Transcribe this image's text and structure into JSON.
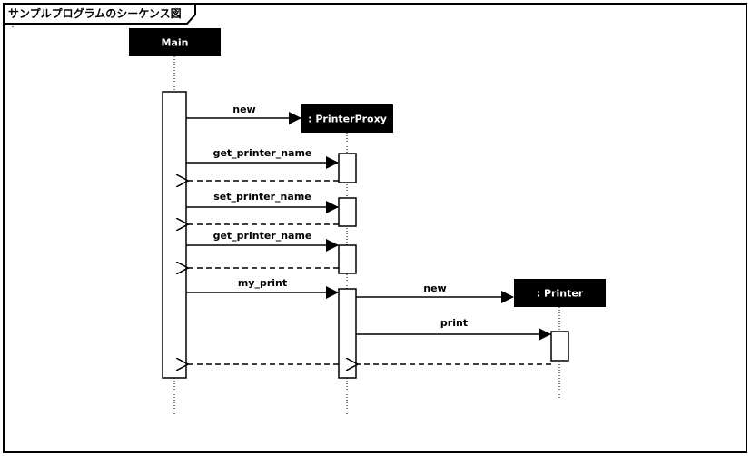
{
  "diagram": {
    "title": "サンプルプログラムのシーケンス図",
    "lifelines": [
      {
        "id": "main",
        "label": "Main"
      },
      {
        "id": "proxy",
        "label": ": PrinterProxy"
      },
      {
        "id": "printer",
        "label": ": Printer"
      }
    ],
    "messages": [
      {
        "label": "new",
        "from": "main",
        "to": "proxy",
        "kind": "create"
      },
      {
        "label": "get_printer_name",
        "from": "main",
        "to": "proxy",
        "kind": "call"
      },
      {
        "label": "",
        "from": "proxy",
        "to": "main",
        "kind": "return"
      },
      {
        "label": "set_printer_name",
        "from": "main",
        "to": "proxy",
        "kind": "call"
      },
      {
        "label": "",
        "from": "proxy",
        "to": "main",
        "kind": "return"
      },
      {
        "label": "get_printer_name",
        "from": "main",
        "to": "proxy",
        "kind": "call"
      },
      {
        "label": "",
        "from": "proxy",
        "to": "main",
        "kind": "return"
      },
      {
        "label": "my_print",
        "from": "main",
        "to": "proxy",
        "kind": "call"
      },
      {
        "label": "new",
        "from": "proxy",
        "to": "printer",
        "kind": "create"
      },
      {
        "label": "print",
        "from": "proxy",
        "to": "printer",
        "kind": "call"
      },
      {
        "label": "",
        "from": "printer",
        "to": "proxy",
        "kind": "return"
      },
      {
        "label": "",
        "from": "proxy",
        "to": "main",
        "kind": "return"
      }
    ]
  }
}
